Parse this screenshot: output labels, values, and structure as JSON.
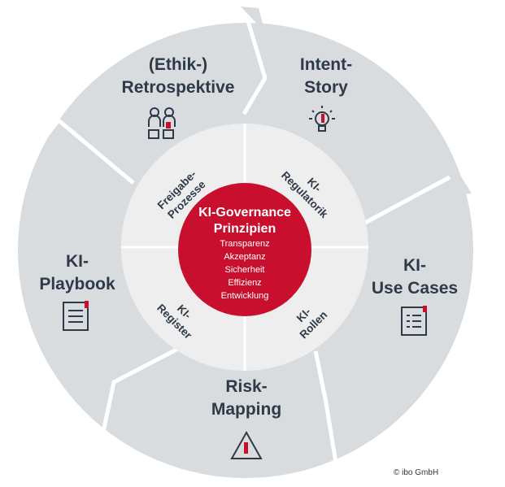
{
  "outer_segments": [
    {
      "id": "retro",
      "lines": [
        "(Ethik-)",
        "Retrospektive"
      ],
      "icon": "team-icon"
    },
    {
      "id": "intent",
      "lines": [
        "Intent-",
        "Story"
      ],
      "icon": "lightbulb-icon"
    },
    {
      "id": "usecases",
      "lines": [
        "KI-",
        "Use Cases"
      ],
      "icon": "document-list-icon"
    },
    {
      "id": "risk",
      "lines": [
        "Risk-",
        "Mapping"
      ],
      "icon": "warning-triangle-icon"
    },
    {
      "id": "playbook",
      "lines": [
        "KI-",
        "Playbook"
      ],
      "icon": "book-icon"
    }
  ],
  "inner_quadrants": [
    {
      "id": "freigabe",
      "lines": [
        "Freigabe-",
        "Prozesse"
      ]
    },
    {
      "id": "regulatorik",
      "lines": [
        "KI-",
        "Regulatorik"
      ]
    },
    {
      "id": "rollen",
      "lines": [
        "KI-",
        "Rollen"
      ]
    },
    {
      "id": "register",
      "lines": [
        "KI-",
        "Register"
      ]
    }
  ],
  "center": {
    "title_lines": [
      "KI-Governance",
      "Prinzipien"
    ],
    "items": [
      "Transparenz",
      "Akzeptanz",
      "Sicherheit",
      "Effizienz",
      "Entwicklung"
    ]
  },
  "copyright": "© ibo GmbH",
  "colors": {
    "outer_ring": "#d9dcde",
    "arrow_edge": "#ffffff",
    "inner_ring": "#eeeeee",
    "center": "#c8102e",
    "text": "#2f3a48"
  }
}
